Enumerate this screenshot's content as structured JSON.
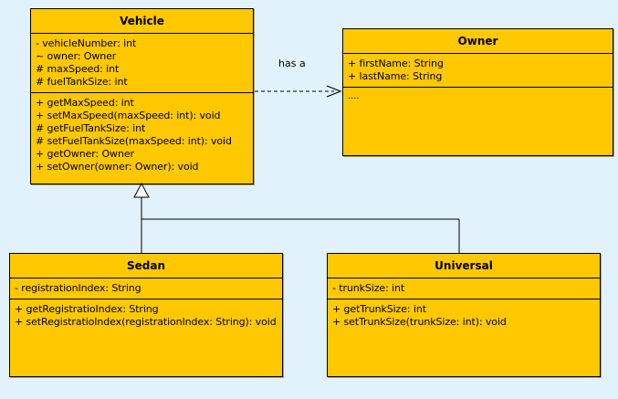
{
  "diagram": {
    "type": "uml-class-diagram",
    "background_color": "#e2f2fc",
    "class_fill_color": "#ffc800",
    "class_border_color": "#000000"
  },
  "classes": [
    {
      "id": "vehicle",
      "name": "Vehicle",
      "attributes": [
        "- vehicleNumber: int",
        "~ owner: Owner",
        "# maxSpeed: int",
        "# fuelTankSize: int"
      ],
      "operations": [
        "+ getMaxSpeed: int",
        "+ setMaxSpeed(maxSpeed: int): void",
        "# getFuelTankSize: int",
        "# setFuelTankSize(maxSpeed: int): void",
        "+ getOwner: Owner",
        "+ setOwner(owner: Owner): void"
      ]
    },
    {
      "id": "owner",
      "name": "Owner",
      "attributes": [
        "+ firstName: String",
        "+ lastName: String"
      ],
      "operations": [
        "...."
      ]
    },
    {
      "id": "sedan",
      "name": "Sedan",
      "attributes": [
        "- registrationIndex: String"
      ],
      "operations": [
        "+ getRegistratioIndex: String",
        "+ setRegistratioIndex(registrationIndex: String): void"
      ]
    },
    {
      "id": "universal",
      "name": "Universal",
      "attributes": [
        "- trunkSize: int"
      ],
      "operations": [
        "+ getTrunkSize: int",
        "+ setTrunkSize(trunkSize: int): void"
      ]
    }
  ],
  "relationships": [
    {
      "id": "vehicle-has-owner",
      "kind": "dependency",
      "label": "has a",
      "from": "Vehicle",
      "to": "Owner",
      "line_style": "dashed",
      "arrow": "open"
    },
    {
      "id": "sedan-extends-vehicle",
      "kind": "generalization",
      "label": "",
      "from": "Sedan",
      "to": "Vehicle",
      "line_style": "solid",
      "arrow": "hollow-triangle"
    },
    {
      "id": "universal-extends-vehicle",
      "kind": "generalization",
      "label": "",
      "from": "Universal",
      "to": "Vehicle",
      "line_style": "solid",
      "arrow": "hollow-triangle"
    }
  ]
}
